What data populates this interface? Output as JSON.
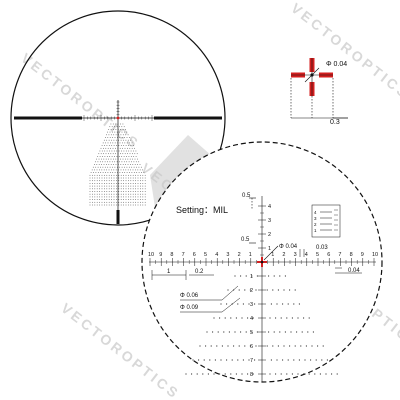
{
  "watermark": {
    "text": "VECTOROPTICS"
  },
  "setting": {
    "label": "Setting",
    "value": "MIL"
  },
  "colors": {
    "accent": "#d41f1f",
    "ink": "#111111",
    "watermark": "#d8d8d8"
  },
  "center_detail": {
    "dot_label": "Φ 0.04",
    "width_label": "0.3"
  },
  "zoom_annotations": {
    "top_half": "0.5",
    "mid_half": "0.5",
    "dot_center": "Φ 0.04",
    "gap": "0.03",
    "right_dot": "0.04",
    "one_span": "1",
    "left_small": "0.2",
    "dot_06": "Φ 0.06",
    "dot_09": "Φ 0.09"
  },
  "horizontal_scale": [
    "10",
    "9",
    "8",
    "7",
    "6",
    "5",
    "4",
    "3",
    "2",
    "1",
    "1",
    "2",
    "3",
    "4",
    "5",
    "6",
    "7",
    "8",
    "9",
    "10"
  ],
  "vertical_scale_top": [
    "4",
    "3",
    "2",
    "1"
  ],
  "vertical_scale_bottom": [
    "1",
    "2",
    "3",
    "4",
    "5",
    "6",
    "7",
    "8"
  ],
  "mini_ladder": [
    "4",
    "3",
    "2",
    "1"
  ]
}
